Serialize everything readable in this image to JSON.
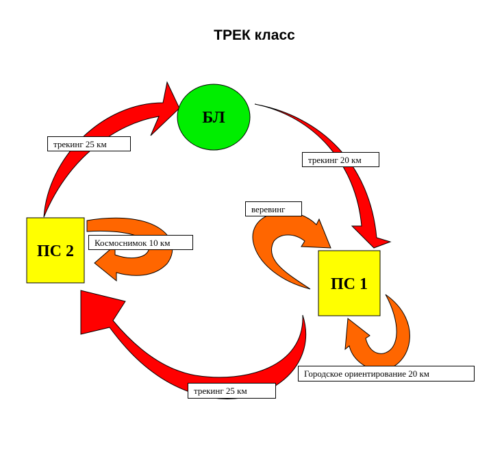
{
  "title": "ТРЕК класс",
  "colors": {
    "main_arrow": "#ff0000",
    "loop_arrow": "#ff6600",
    "bl_node": "#00ee00",
    "ps_node": "#ffff00"
  },
  "nodes": {
    "bl": "БЛ",
    "ps1": "ПС 1",
    "ps2": "ПС 2"
  },
  "stages": {
    "bl_to_ps1": "трекинг 20 км",
    "ps1_to_ps2": "трекинг 25 км",
    "ps2_to_bl": "трекинг 25 км",
    "ps1_loop_rope": "веревинг",
    "ps1_loop_city": "Городское ориентирование  20 км",
    "ps2_loop_map": "Космоснимок 10 км"
  }
}
